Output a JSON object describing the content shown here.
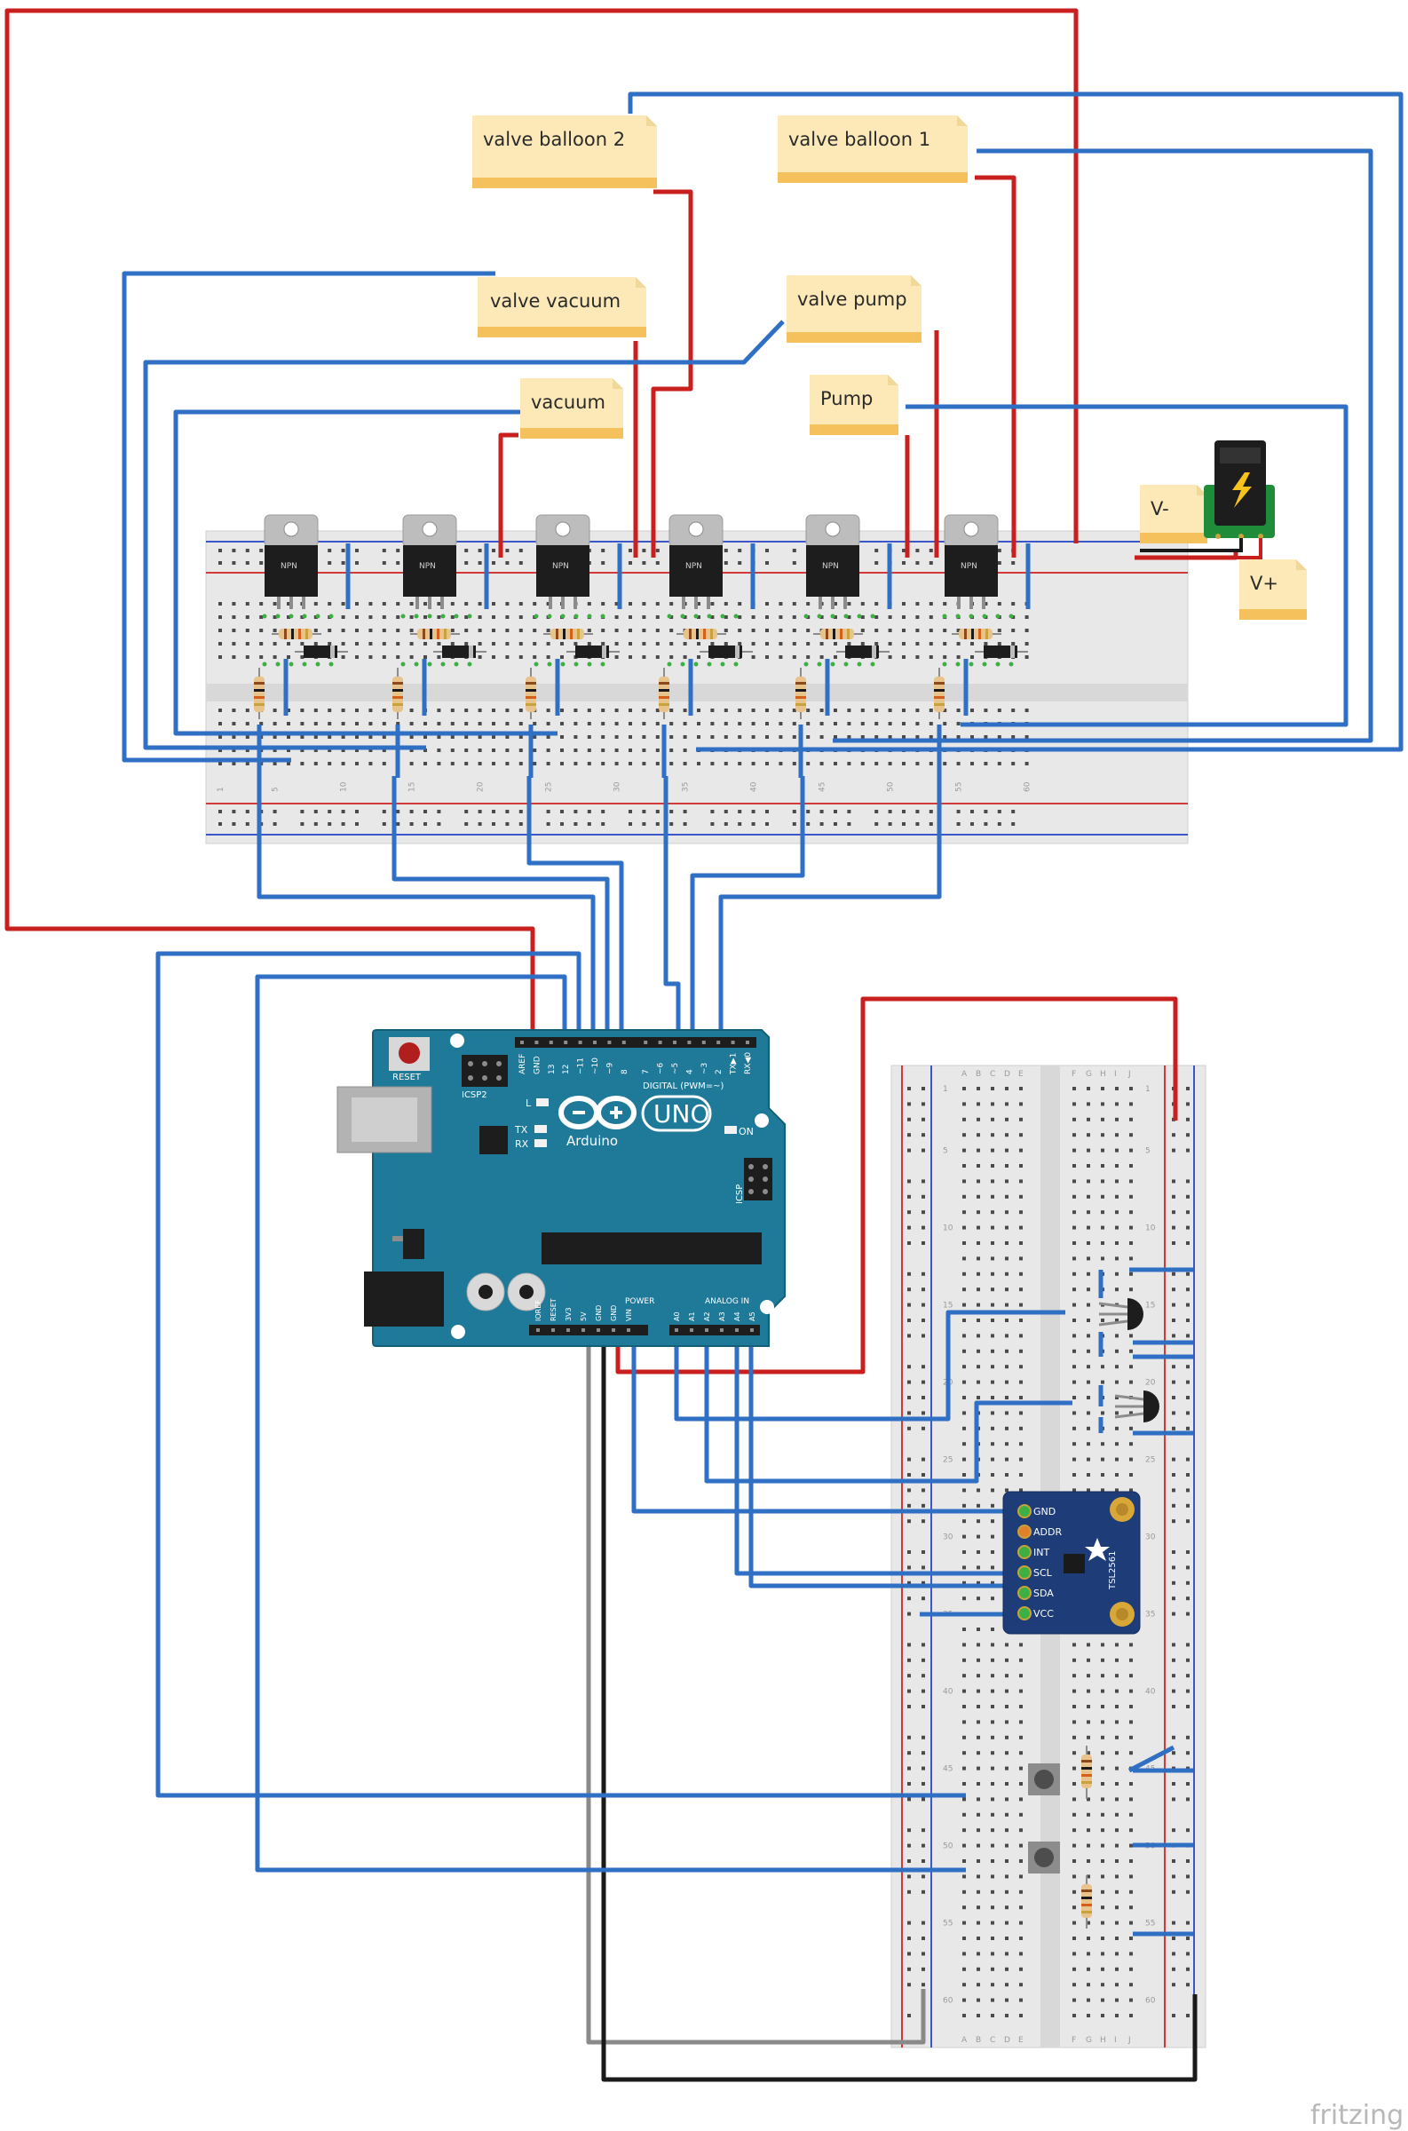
{
  "notes": {
    "valve_balloon_2": "valve balloon 2",
    "valve_balloon_1": "valve balloon 1",
    "valve_vacuum": "valve vacuum",
    "valve_pump": "valve pump",
    "vacuum": "vacuum",
    "pump": "Pump",
    "v_minus": "V-",
    "v_plus": "V+"
  },
  "transistor_label": "NPN",
  "arduino": {
    "brand": "Arduino",
    "model": "UNO",
    "reset": "RESET",
    "icsp2": "ICSP2",
    "icsp": "ICSP",
    "led_l": "L",
    "led_tx": "TX",
    "led_rx": "RX",
    "led_on": "ON",
    "digital_header": "DIGITAL (PWM=~)",
    "power_header": "POWER",
    "analog_header": "ANALOG IN",
    "digital_pins": [
      "AREF",
      "GND",
      "13",
      "12",
      "~11",
      "~10",
      "~9",
      "8",
      "7",
      "~6",
      "~5",
      "4",
      "~3",
      "2",
      "TX▶1",
      "RX◀0"
    ],
    "power_pins": [
      "IOREF",
      "RESET",
      "3V3",
      "5V",
      "GND",
      "GND",
      "VIN"
    ],
    "analog_pins": [
      "A0",
      "A1",
      "A2",
      "A3",
      "A4",
      "A5"
    ]
  },
  "sensor": {
    "pins": [
      "GND",
      "ADDR",
      "INT",
      "SCL",
      "SDA",
      "VCC"
    ],
    "name": "TSL2561"
  },
  "breadboard2": {
    "columns": [
      "A",
      "B",
      "C",
      "D",
      "E",
      "F",
      "G",
      "H",
      "I",
      "J"
    ],
    "row_numbers": [
      "1",
      "5",
      "10",
      "15",
      "20",
      "25",
      "30",
      "35",
      "40",
      "45",
      "50",
      "55",
      "60"
    ]
  },
  "breadboard1": {
    "col_numbers": [
      "1",
      "5",
      "10",
      "15",
      "20",
      "25",
      "30",
      "35",
      "40",
      "45",
      "50",
      "55",
      "60"
    ]
  },
  "watermark": "fritzing",
  "colors": {
    "wire_red": "#c9201f",
    "wire_blue": "#2f6fc4",
    "wire_black": "#1a1a1a",
    "wire_grey": "#8a8a8a",
    "arduino": "#1f7a9a",
    "note": "#fde9b8",
    "note_bar": "#f4c15c",
    "sensor": "#1d3c78"
  }
}
